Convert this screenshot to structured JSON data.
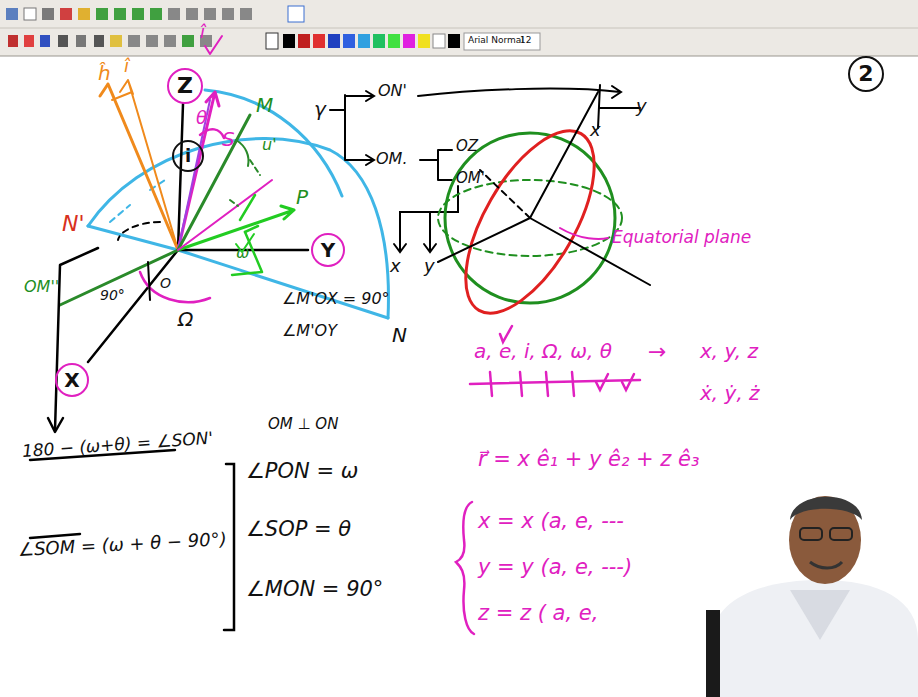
{
  "diagram": {
    "nodes": [
      {
        "text": [
          "2"
        ]
      },
      {
        "text": [
          "Z"
        ]
      },
      {
        "text": [
          "i"
        ]
      },
      {
        "text": [
          "Y"
        ]
      },
      {
        "text": [
          "X"
        ]
      }
    ],
    "labels": [
      "ĥ",
      "î",
      "î",
      "S",
      "θ'",
      "M",
      "u'",
      "P",
      "N'",
      "O",
      "ω",
      "90°",
      "Ω",
      "N",
      "OM''",
      "∠M'OX = 90°",
      "∠M'OY",
      "γ",
      "ON'",
      "OM.",
      "OZ",
      "OM'",
      "x",
      "y",
      "x",
      "y",
      "Equatorial plane",
      "a, e, i, Ω, ω, θ",
      "→",
      "x, y, z",
      "ẋ, ẏ, ż",
      "r⃗ = x ê₁ + y ê₂ + z ê₃",
      "x = x (a, e, ---",
      "y = y (a, e, ---)",
      "z = z ( a, e,",
      "180 − (ω+θ) = ∠SON'",
      "OM ⊥ ON",
      "∠PON = ω",
      "∠SOP = θ",
      "∠MON = 90°",
      "∠SOM = (ω + θ − 90°)",
      "Arial Normal",
      "12"
    ]
  }
}
